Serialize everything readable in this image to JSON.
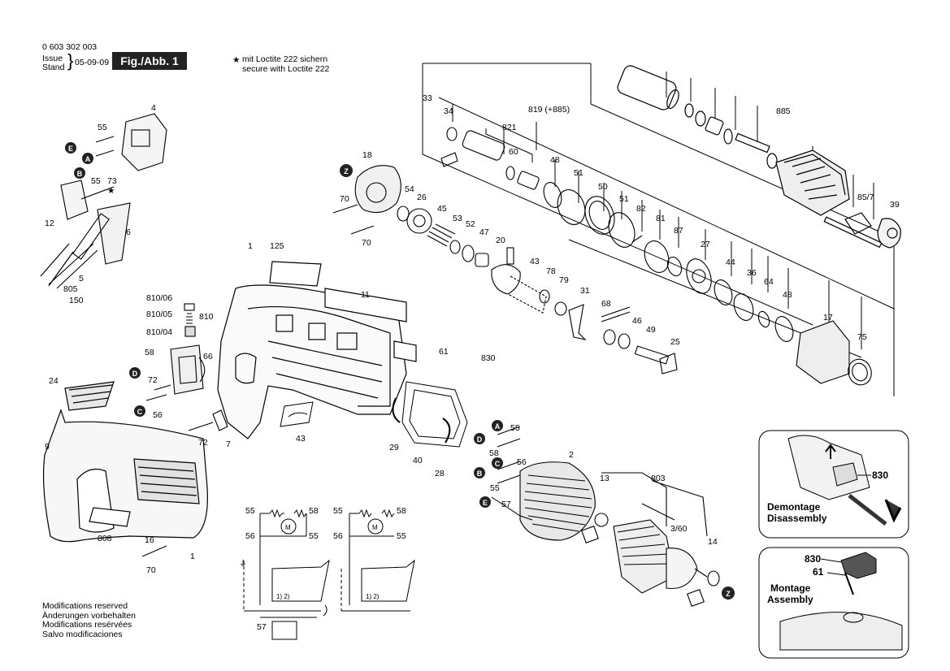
{
  "header": {
    "part_number": "0 603 302 003",
    "issue_label": "Issue",
    "stand_label": "Stand",
    "issue_date": "05-09-09",
    "figure_label": "Fig./Abb. 1"
  },
  "loctite_note": {
    "star": "★",
    "line_de": "mit Loctite 222 sichern",
    "line_en": "secure with Loctite 222"
  },
  "modifications": {
    "en": "Modifications reserved",
    "de": "Änderungen vorbehalten",
    "fr": "Modifications resérvées",
    "es": "Salvo modificaciones"
  },
  "callouts": {
    "disassembly": {
      "de": "Demontage",
      "en": "Disassembly",
      "part": "830"
    },
    "assembly": {
      "de": "Montage",
      "en": "Assembly",
      "part_a": "830",
      "part_b": "61"
    }
  },
  "markers": {
    "A": "A",
    "B": "B",
    "C": "C",
    "D": "D",
    "E": "E",
    "Z": "Z"
  },
  "part_labels": {
    "p1": "1",
    "p1b": "1",
    "p2": "2",
    "p3_60": "3/60",
    "p4": "4",
    "p5": "5",
    "p6": "6",
    "p7": "7",
    "p9": "9",
    "p11": "11",
    "p12": "12",
    "p13": "13",
    "p14": "14",
    "p16": "16",
    "p17": "17",
    "p18": "18",
    "p20": "20",
    "p24": "24",
    "p25": "25",
    "p26": "26",
    "p27": "27",
    "p28": "28",
    "p29": "29",
    "p31": "31",
    "p33": "33",
    "p34": "34",
    "p36": "36",
    "p39": "39",
    "p40": "40",
    "p43": "43",
    "p43b": "43",
    "p44": "44",
    "p45": "45",
    "p46": "46",
    "p47": "47",
    "p48": "48",
    "p48b": "48",
    "p49": "49",
    "p50": "50",
    "p51": "51",
    "p51b": "51",
    "p52": "52",
    "p53": "53",
    "p54": "54",
    "p55a": "55",
    "p55b": "55",
    "p55c": "55",
    "p55d": "55",
    "p56a": "56",
    "p56b": "56",
    "p57": "57",
    "p58a": "58",
    "p58b": "58",
    "p60": "60",
    "p61": "61",
    "p64": "64",
    "p66": "66",
    "p68": "68",
    "p70a": "70",
    "p70b": "70",
    "p70c": "70",
    "p72a": "72",
    "p72b": "72",
    "p73": "73",
    "p75": "75",
    "p78": "78",
    "p79": "79",
    "p81": "81",
    "p82": "82",
    "p85_7": "85/7",
    "p87": "87",
    "p125": "125",
    "p150": "150",
    "p803": "803",
    "p805": "805",
    "p808": "808",
    "p810": "810",
    "p810_04": "810/04",
    "p810_05": "810/05",
    "p810_06": "810/06",
    "p819": "819 (+885)",
    "p821": "821",
    "p830": "830",
    "p885": "885"
  },
  "wiring": {
    "left": {
      "top_left": "55",
      "top_right": "58",
      "mid_left": "56",
      "mid_right": "55",
      "motor": "M",
      "terminals": "1) 2)",
      "bottom": "57"
    },
    "right": {
      "top_left": "55",
      "top_right": "58",
      "mid_left": "56",
      "mid_right": "55",
      "motor": "M",
      "terminals": "1) 2)"
    }
  }
}
